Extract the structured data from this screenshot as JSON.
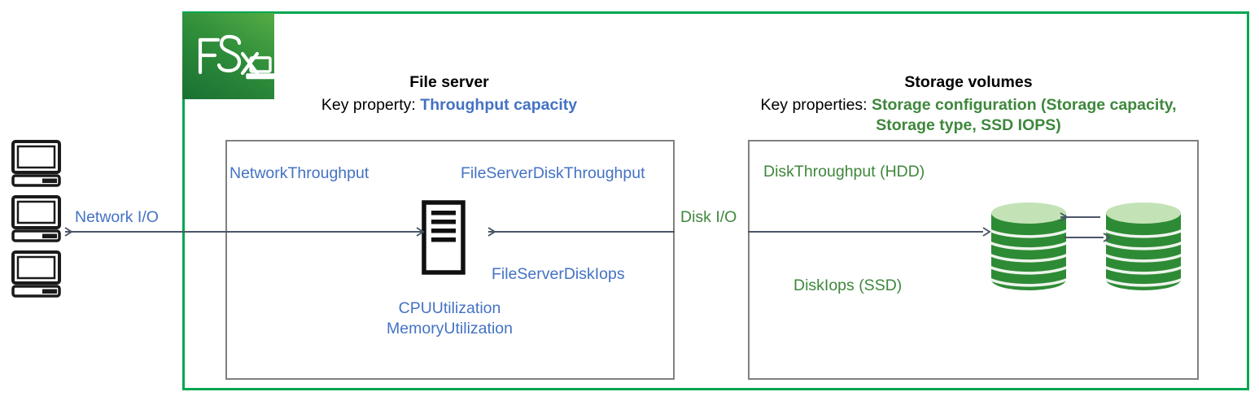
{
  "diagram": {
    "service_logo": {
      "name": "FSx",
      "wordmark": "FSx",
      "icon": "laptop-icon",
      "gradient_from": "#55AC45",
      "gradient_to": "#197032"
    },
    "boundary_color": "#00A650",
    "box_border_color": "#808080",
    "arrow_color": "#4A5568",
    "accent_blue": "#4472C4",
    "accent_green": "#3E873C",
    "clients": {
      "label": "client-computers",
      "count": 3,
      "icon": "computer-icon"
    },
    "flows": [
      {
        "name": "network-io",
        "label": "Network I/O",
        "color": "#4472C4"
      },
      {
        "name": "disk-io",
        "label": "Disk I/O",
        "color": "#3E873C"
      }
    ],
    "sections": [
      {
        "id": "file-server",
        "title": "File server",
        "key_prefix": "Key property:",
        "key_value": "Throughput capacity",
        "accent": "#4472C4",
        "metrics": [
          {
            "name": "network-throughput",
            "label": "NetworkThroughput"
          },
          {
            "name": "file-server-disk-throughput",
            "label": "FileServerDiskThroughput"
          },
          {
            "name": "file-server-disk-iops",
            "label": "FileServerDiskIops"
          },
          {
            "name": "cpu-utilization",
            "label": "CPUUtilization"
          },
          {
            "name": "memory-utilization",
            "label": "MemoryUtilization"
          }
        ],
        "icon": "server-icon"
      },
      {
        "id": "storage-volumes",
        "title": "Storage volumes",
        "key_prefix": "Key properties:",
        "key_value": "Storage configuration (Storage capacity, Storage type, SSD IOPS)",
        "accent": "#3E873C",
        "metrics": [
          {
            "name": "disk-throughput-hdd",
            "label": "DiskThroughput (HDD)"
          },
          {
            "name": "disk-iops-ssd",
            "label": "DiskIops (SSD)"
          }
        ],
        "icon": "disk-stack-icon",
        "disk_count": 2,
        "disk_segments": 6
      }
    ]
  }
}
